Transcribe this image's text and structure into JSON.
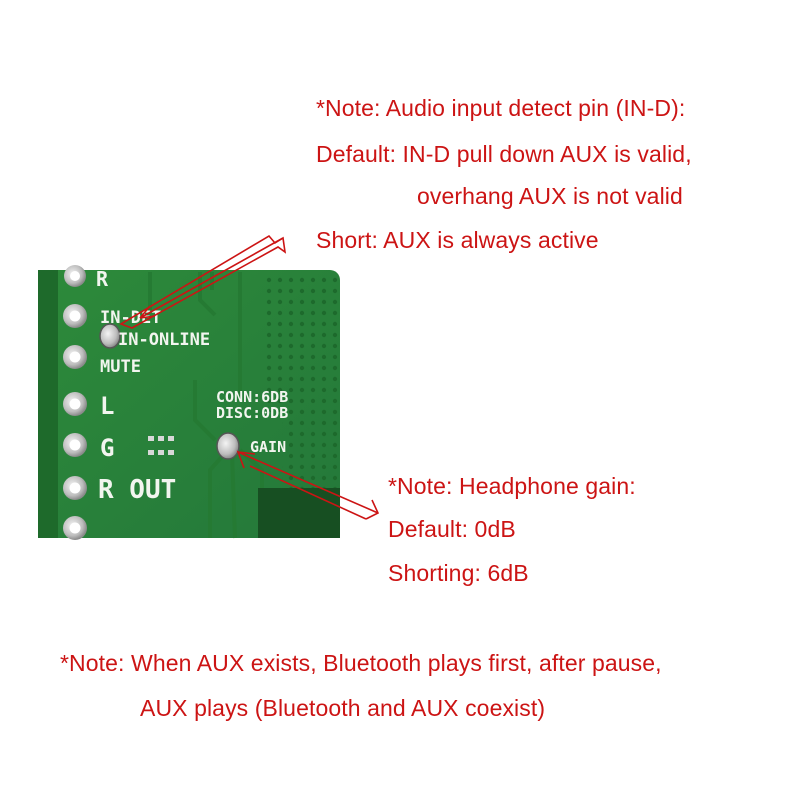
{
  "colors": {
    "note_text": "#cc1414",
    "board": "#2f8f3c",
    "board_dark": "#1f6a2a",
    "silkscreen": "#f2f5ef",
    "pad": "#d9d9d9",
    "arrow": "#cc1414"
  },
  "notes": {
    "audio_detect": {
      "line1": "*Note: Audio input detect pin (IN-D):",
      "line2": "Default: IN-D pull down AUX is valid,",
      "line3": "overhang AUX is not valid",
      "line4": "Short: AUX is always active"
    },
    "headphone_gain": {
      "line1": "*Note: Headphone gain:",
      "line2": "Default: 0dB",
      "line3": "Shorting: 6dB"
    },
    "coexist": {
      "line1": "*Note: When AUX exists, Bluetooth plays first, after pause,",
      "line2": "AUX plays (Bluetooth and AUX coexist)"
    }
  },
  "board_labels": {
    "r_top": "R",
    "in_det": "IN-DET",
    "in_online": "IN-ONLINE",
    "mute": "MUTE",
    "l": "L",
    "g": "G",
    "r_out": "R OUT",
    "conn": "CONN:6DB",
    "disc": "DISC:0DB",
    "gain": "GAIN"
  }
}
